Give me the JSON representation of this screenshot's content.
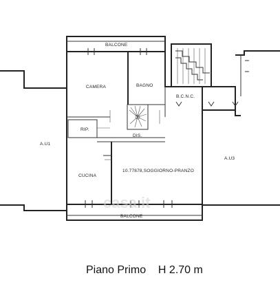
{
  "labels": {
    "balcone_top": "BALCONE",
    "camera": "CAMERA",
    "bagno": "BAGNO",
    "bcnc": "B.C.N.C.",
    "rip": "RIP.",
    "dis": "DIS.",
    "au1": "A.U1",
    "au3": "A.U3",
    "cucina": "CUCINA",
    "soggiorno": "10.77878,SOGGIORNO-PRANZO",
    "balcone_bottom": "BALCONE"
  },
  "caption": "Piano Primo    H 2.70 m",
  "watermark": "casa.it"
}
